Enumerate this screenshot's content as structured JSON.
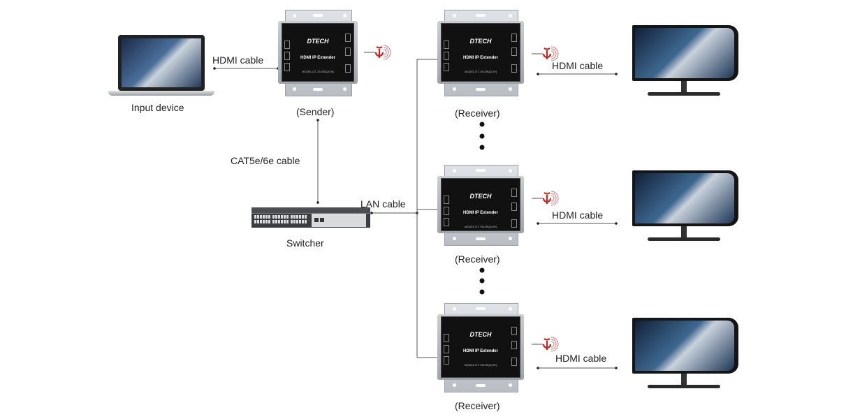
{
  "labels": {
    "input_device": "Input device",
    "sender": "(Sender)",
    "receiver": "(Receiver)",
    "switcher": "Switcher",
    "hdmi_cable": "HDMI cable",
    "cat_cable": "CAT5e/6e cable",
    "lan_cable": "LAN cable"
  },
  "extender": {
    "brand": "DTECH",
    "product": "HDMI IP Extender",
    "sender_model": "MODEL:DT-7043S(QCW)",
    "receiver_model": "MODEL:DT-7043R(QCW)"
  },
  "colors": {
    "ir_icon": "#d0201c",
    "line": "#555555",
    "device_face": "#111111"
  },
  "icons": [
    "laptop-icon",
    "monitor-icon",
    "ir-receiver-icon",
    "network-switch-icon"
  ]
}
